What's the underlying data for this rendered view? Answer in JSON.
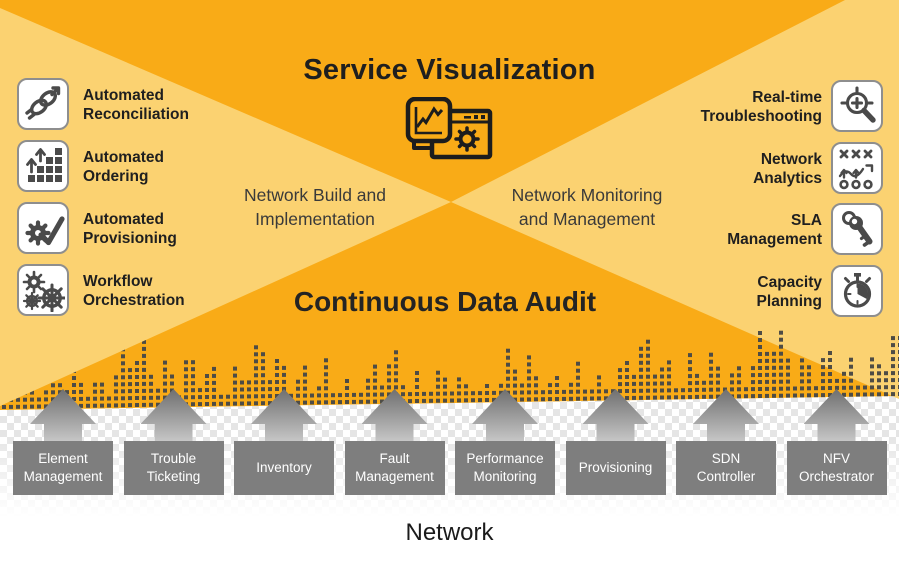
{
  "colors": {
    "banner": "#F9AB17",
    "banner_light": "#FBD271",
    "title_text": "#1F1F1F",
    "zone_text": "#3A3A3A",
    "audit_text": "#242424",
    "box_bg": "#7E7E7E",
    "box_text": "#FFFFFF",
    "dot": "#4E4C45",
    "checker": "#E5E5E5",
    "arrow_top": "#6F6F6F",
    "arrow_bottom": "#C9C9C9",
    "icon_glyph": "#4A4A4A",
    "icon_border": "#8E8E8E",
    "network_text": "#1B1B1B"
  },
  "header": {
    "title": "Service Visualization",
    "icon": "window-chart-gear-icon"
  },
  "zones": {
    "left": {
      "line1": "Network Build and",
      "line2": "Implementation"
    },
    "right": {
      "line1": "Network Monitoring",
      "line2": "and Management"
    }
  },
  "audit": {
    "title": "Continuous Data Audit"
  },
  "left_items": [
    {
      "icon": "chain-link-icon",
      "line1": "Automated",
      "line2": "Reconciliation"
    },
    {
      "icon": "stacked-squares-arrows-icon",
      "line1": "Automated",
      "line2": "Ordering"
    },
    {
      "icon": "gear-check-icon",
      "line1": "Automated",
      "line2": "Provisioning"
    },
    {
      "icon": "gears-icon",
      "line1": "Workflow",
      "line2": "Orchestration"
    }
  ],
  "right_items": [
    {
      "icon": "magnifier-target-icon",
      "line1": "Real-time",
      "line2": "Troubleshooting"
    },
    {
      "icon": "strategy-board-icon",
      "line1": "Network",
      "line2": "Analytics"
    },
    {
      "icon": "keys-icon",
      "line1": "SLA",
      "line2": "Management"
    },
    {
      "icon": "stopwatch-icon",
      "line1": "Capacity",
      "line2": "Planning"
    }
  ],
  "bottom_boxes": [
    {
      "label": "Element Management"
    },
    {
      "label": "Trouble Ticketing"
    },
    {
      "label": "Inventory"
    },
    {
      "label": "Fault Management"
    },
    {
      "label": "Performance Monitoring"
    },
    {
      "label": "Provisioning"
    },
    {
      "label": "SDN Controller"
    },
    {
      "label": "NFV Orchestrator"
    }
  ],
  "network_label": "Network"
}
